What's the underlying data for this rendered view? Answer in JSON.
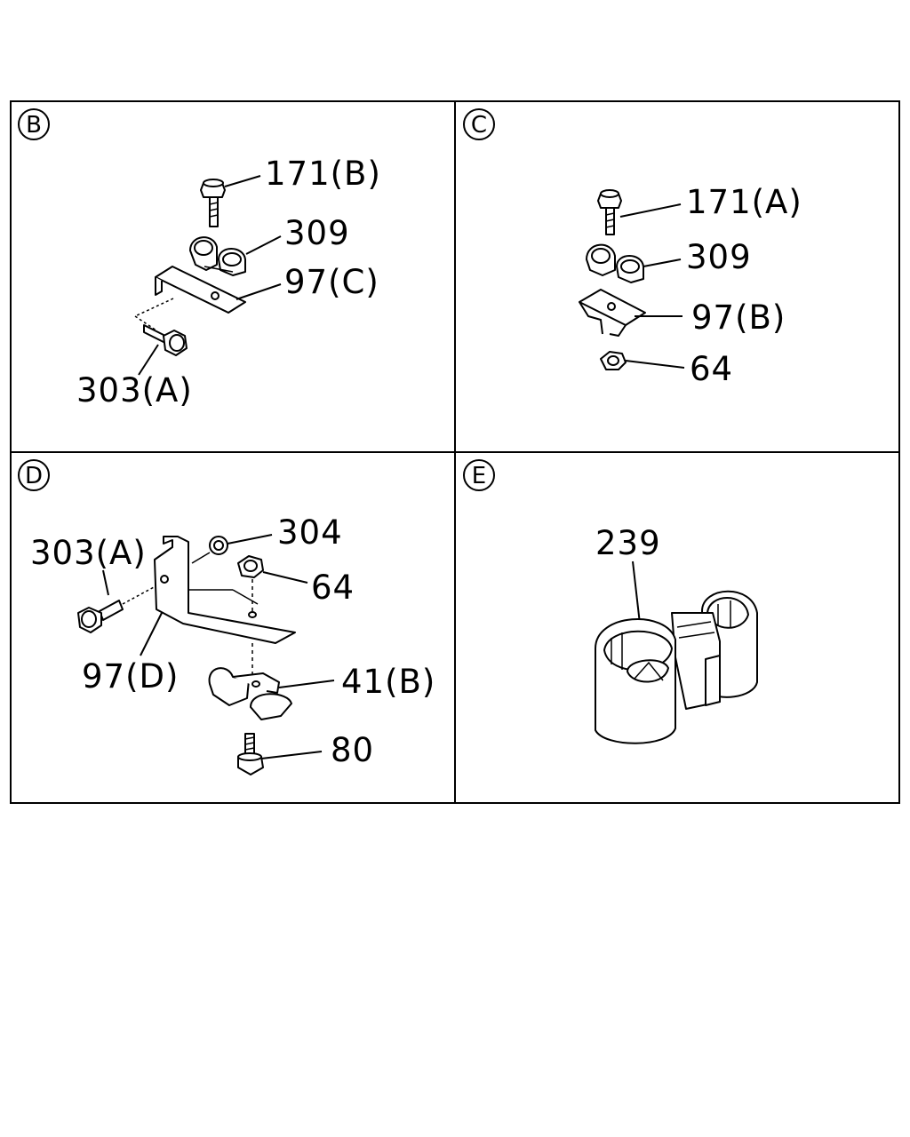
{
  "panels": {
    "B": {
      "letter": "B",
      "labels": {
        "p171": "171(B)",
        "p309": "309",
        "p97": "97(C)",
        "p303": "303(A)"
      }
    },
    "C": {
      "letter": "C",
      "labels": {
        "p171": "171(A)",
        "p309": "309",
        "p97": "97(B)",
        "p64": "64"
      }
    },
    "D": {
      "letter": "D",
      "labels": {
        "p303": "303(A)",
        "p304": "304",
        "p64": "64",
        "p97": "97(D)",
        "p41": "41(B)",
        "p80": "80"
      }
    },
    "E": {
      "letter": "E",
      "labels": {
        "p239": "239"
      }
    }
  }
}
